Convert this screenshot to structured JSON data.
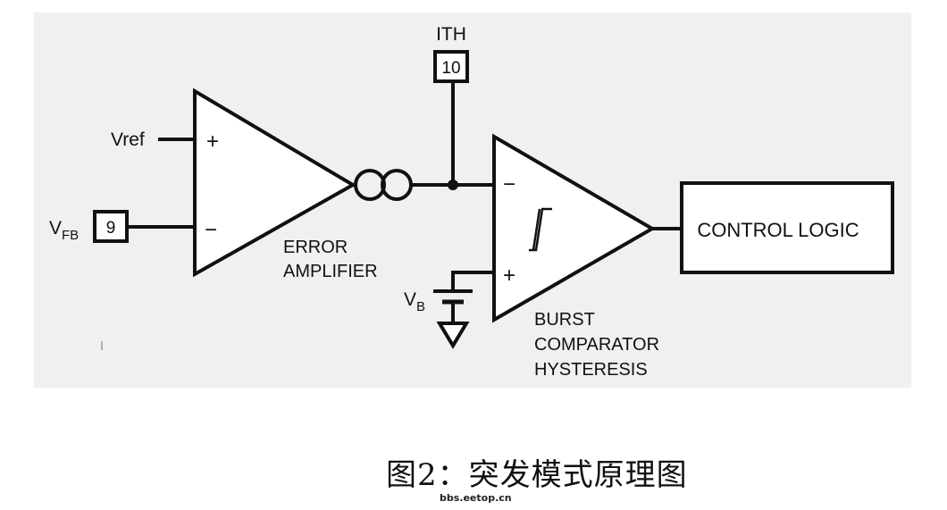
{
  "diagram": {
    "pins": {
      "ith": {
        "name": "ITH",
        "number": "10"
      },
      "vfb": {
        "name": "V",
        "sub": "FB",
        "number": "9"
      }
    },
    "vref": "Vref",
    "vb": {
      "name": "V",
      "sub": "B"
    },
    "error_amp": {
      "plus": "+",
      "minus": "−",
      "line1": "ERROR",
      "line2": "AMPLIFIER"
    },
    "comparator": {
      "plus": "+",
      "minus": "−",
      "line1": "BURST",
      "line2": "COMPARATOR",
      "line3": "HYSTERESIS"
    },
    "control_logic": "CONTROL LOGIC"
  },
  "caption": "图2：突发模式原理图",
  "watermark": "bbs.eetop.cn"
}
